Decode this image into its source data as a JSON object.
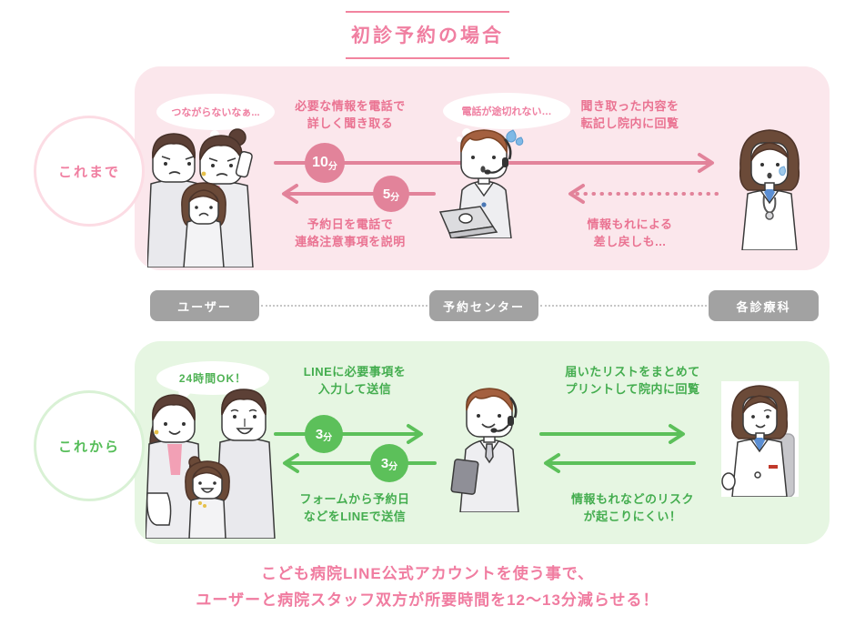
{
  "title": "初診予約の場合",
  "colors": {
    "pink_panel": "#fbe7ec",
    "pink_text": "#ea7392",
    "pink_arrow": "#e2839a",
    "pink_title": "#f07ca0",
    "green_panel": "#e6f6e2",
    "green_text": "#44ad4f",
    "green_arrow": "#5cc05a",
    "actor_gray": "#a2a2a2"
  },
  "old": {
    "side_label": "これまで",
    "user_bubble": "つながらないなぁ...",
    "center_bubble": "電話が途切れない…",
    "forward_note": {
      "line1": "必要な情報を電話で",
      "line2": "詳しく聞き取る"
    },
    "forward_badge": {
      "value": "10",
      "unit": "分"
    },
    "back_badge": {
      "value": "5",
      "unit": "分"
    },
    "back_note": {
      "line1": "予約日を電話で",
      "line2": "連絡注意事項を説明"
    },
    "relay_note": {
      "line1": "聞き取った内容を",
      "line2": "転記し院内に回覧"
    },
    "return_note": {
      "line1": "情報もれによる",
      "line2": "差し戻しも..."
    }
  },
  "actors": {
    "user": "ユーザー",
    "center": "予約センター",
    "departments": "各診療科"
  },
  "new": {
    "side_label": "これから",
    "user_bubble": "24時間OK！",
    "forward_note": {
      "line1": "LINEに必要事項を",
      "line2": "入力して送信"
    },
    "forward_badge": {
      "value": "3",
      "unit": "分"
    },
    "back_badge": {
      "value": "3",
      "unit": "分"
    },
    "back_note": {
      "line1": "フォームから予約日",
      "line2": "などをLINEで送信"
    },
    "relay_note": {
      "line1": "届いたリストをまとめて",
      "line2": "プリントして院内に回覧"
    },
    "return_note": {
      "line1": "情報もれなどのリスク",
      "line2": "が起こりにくい！"
    }
  },
  "footer": {
    "line1": "こども病院LINE公式アカウントを使う事で、",
    "line2": "ユーザーと病院スタッフ双方が所要時間を12〜13分減らせる！"
  },
  "illustrations": {
    "family_worried": "電話がつながらず困っている家族",
    "call_center_worried": "電話対応に追われる予約センター職員",
    "doctor_worried": "困っている各診療科の医師",
    "family_happy": "LINEで予約する笑顔の家族",
    "call_center_happy": "余裕のある予約センター職員",
    "doctor_happy": "笑顔の各診療科の医師"
  }
}
